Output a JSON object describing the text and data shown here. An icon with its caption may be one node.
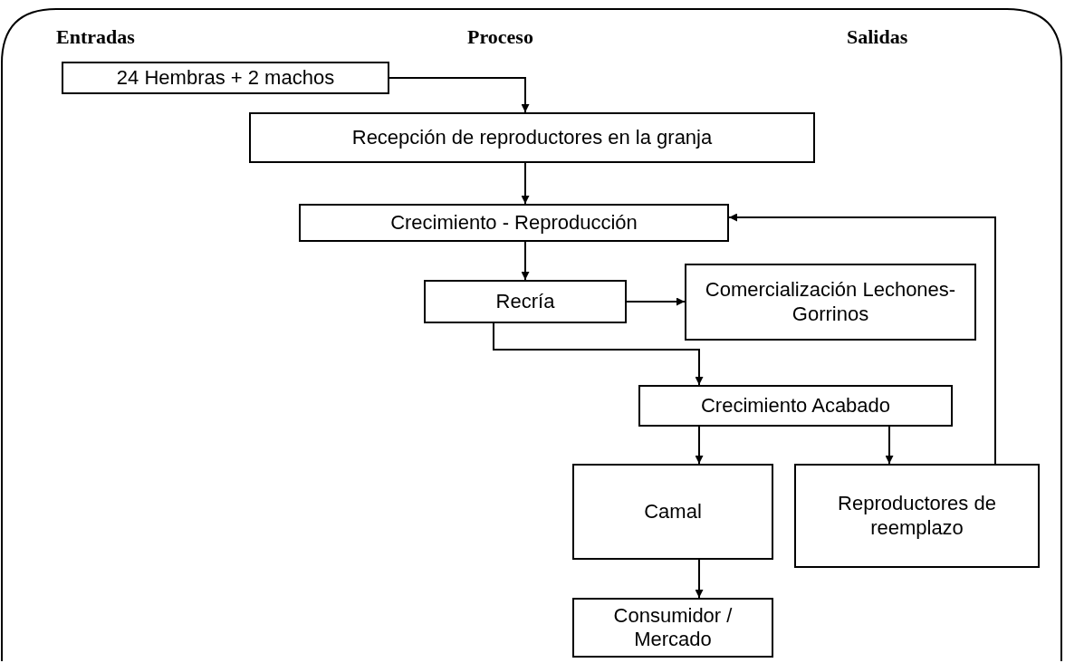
{
  "diagram": {
    "nodes": [
      {
        "text": [
          "24 Hembras + 2 machos"
        ]
      },
      {
        "text": [
          "Recepción de reproductores en la granja"
        ]
      },
      {
        "text": [
          "Crecimiento - Reproducción"
        ]
      },
      {
        "text": [
          "Recría"
        ]
      },
      {
        "text": [
          "Comercialización Lechones-Gorrinos"
        ]
      },
      {
        "text": [
          "Crecimiento Acabado"
        ]
      },
      {
        "text": [
          "Camal"
        ]
      },
      {
        "text": [
          "Reproductores de reemplazo"
        ]
      },
      {
        "text": [
          "Consumidor / Mercado"
        ]
      }
    ],
    "edges": [
      {
        "from": 0,
        "to": 1,
        "arrow": "to"
      },
      {
        "from": 1,
        "to": 2,
        "arrow": "to"
      },
      {
        "from": 2,
        "to": 3,
        "arrow": "to"
      },
      {
        "from": 3,
        "to": 4,
        "arrow": "to"
      },
      {
        "from": 3,
        "to": 5,
        "arrow": "to"
      },
      {
        "from": 5,
        "to": 6,
        "arrow": "to"
      },
      {
        "from": 5,
        "to": 7,
        "arrow": "to"
      },
      {
        "from": 7,
        "to": 2,
        "arrow": "to"
      },
      {
        "from": 6,
        "to": 8,
        "arrow": "to"
      }
    ],
    "labels": [
      "Entradas",
      "Proceso",
      "Salidas"
    ]
  }
}
